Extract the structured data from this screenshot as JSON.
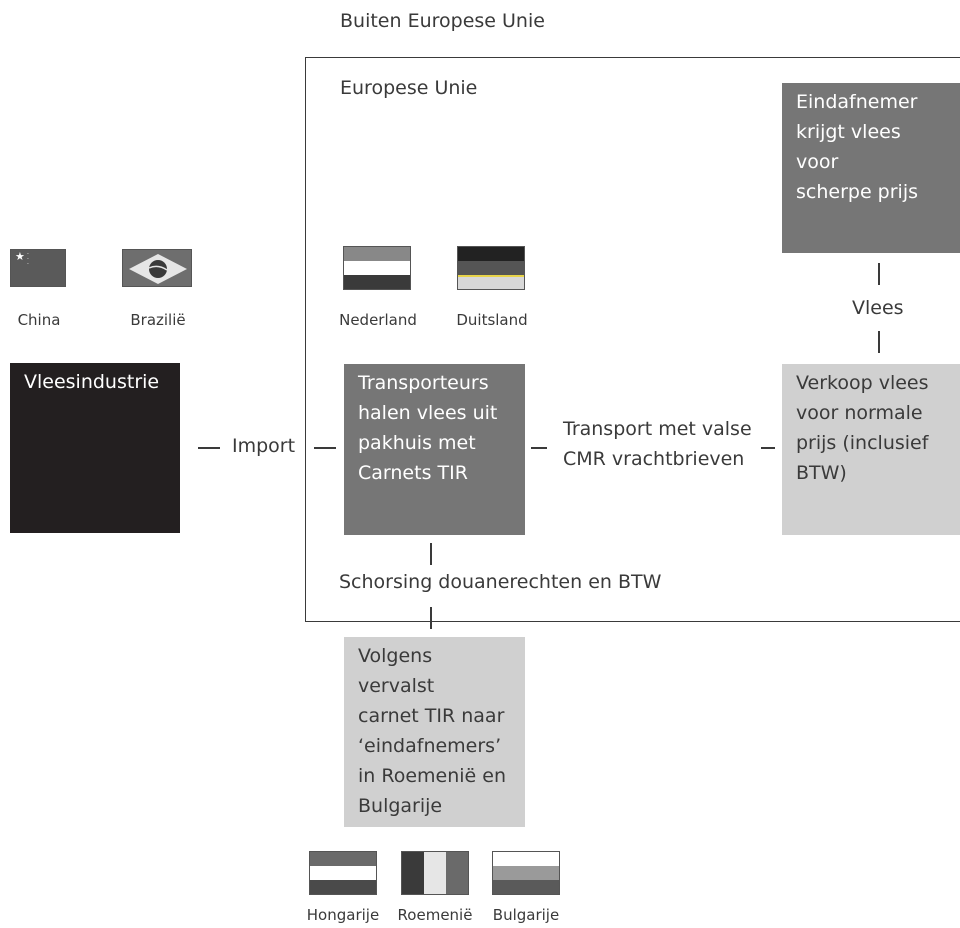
{
  "regions": {
    "outside_eu": "Buiten Europese Unie",
    "eu": "Europese Unie"
  },
  "flags": {
    "china": {
      "label": "China",
      "colors": [
        "#5a5a5a"
      ]
    },
    "brazil": {
      "label": "Brazilië",
      "colors": [
        "#6e6e6e",
        "#e6e6e6",
        "#3a3a3a"
      ]
    },
    "netherlands": {
      "label": "Nederland",
      "colors": [
        "#888888",
        "#ffffff",
        "#3a3a3a"
      ]
    },
    "germany": {
      "label": "Duitsland",
      "colors": [
        "#222222",
        "#555555",
        "#d8d8d8"
      ]
    },
    "hungary": {
      "label": "Hongarije",
      "colors": [
        "#6a6a6a",
        "#ffffff",
        "#4a4a4a"
      ]
    },
    "romania": {
      "label": "Roemenië",
      "colors": [
        "#3a3a3a",
        "#e6e6e6",
        "#6a6a6a"
      ]
    },
    "bulgaria": {
      "label": "Bulgarije",
      "colors": [
        "#ffffff",
        "#9a9a9a",
        "#5a5a5a"
      ]
    }
  },
  "boxes": {
    "meat_industry": {
      "text": "Vleesindustrie",
      "color": "#231f20"
    },
    "transporters": {
      "lines": [
        "Transporteurs",
        "halen vlees uit",
        "pakhuis met",
        "Carnets TIR"
      ],
      "color": "#767676"
    },
    "sale": {
      "lines": [
        "Verkoop vlees",
        "voor normale",
        "prijs (inclusief",
        "BTW)"
      ],
      "color": "#d0d0d0"
    },
    "end_customer": {
      "lines": [
        "Eindafnemer",
        "krijgt vlees voor",
        "scherpe prijs"
      ],
      "color": "#767676"
    },
    "falsified": {
      "lines": [
        "Volgens vervalst",
        "carnet TIR naar",
        "‘eindafnemers’",
        "in Roemenië en",
        "Bulgarije"
      ],
      "color": "#d0d0d0"
    }
  },
  "connectors": {
    "import": "Import",
    "transport": [
      "Transport met valse",
      "CMR vrachtbrieven"
    ],
    "meat": "Vlees",
    "suspension": "Schorsing douanerechten en BTW"
  }
}
